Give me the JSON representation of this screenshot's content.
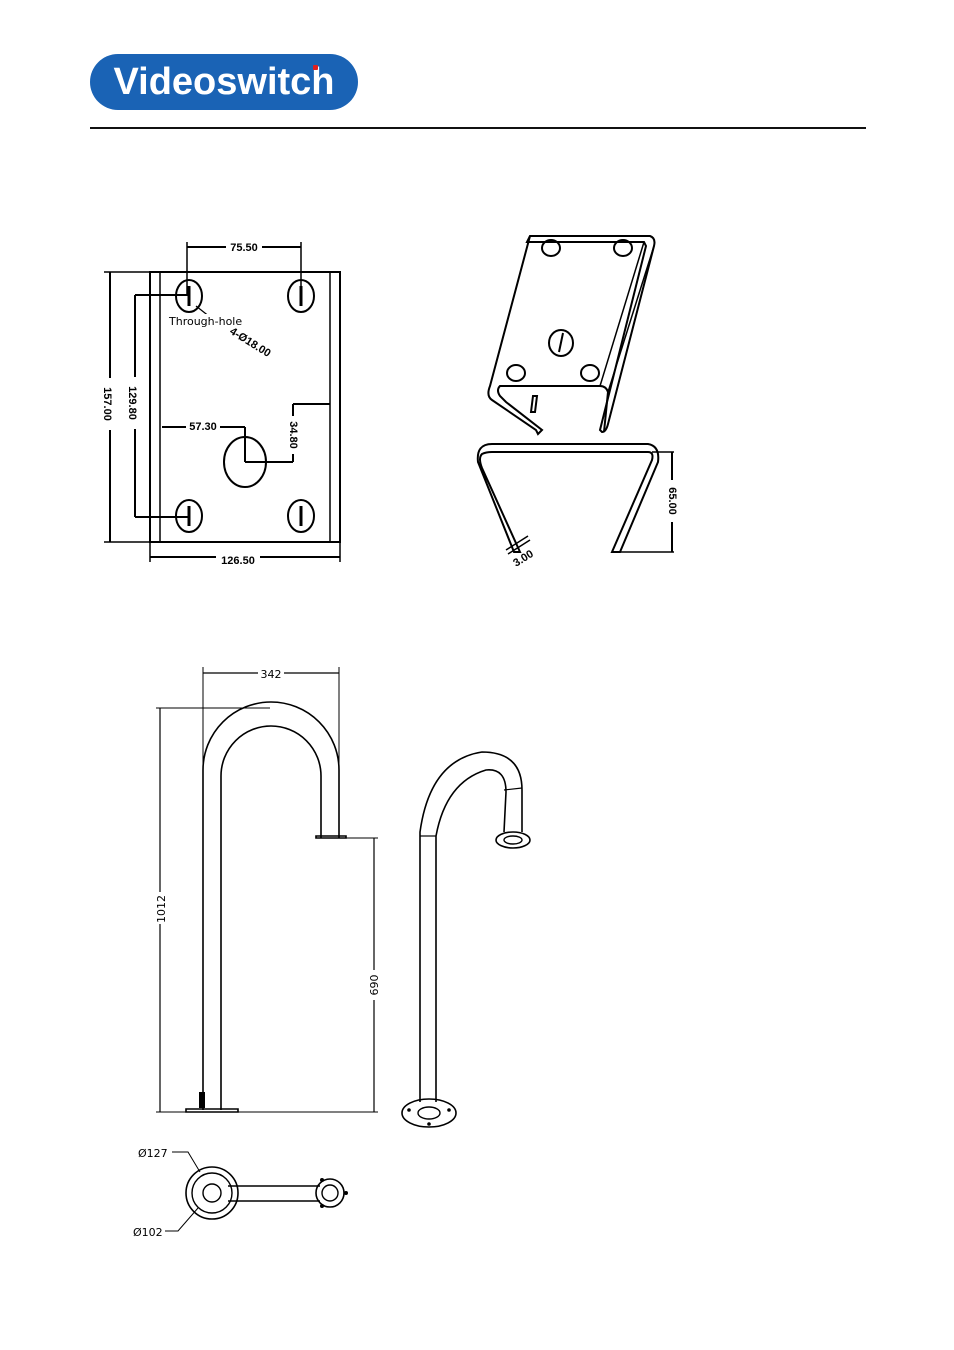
{
  "brand": {
    "name": "Videoswitch",
    "color": "#1a63b5"
  },
  "bracket_drawing": {
    "dim_hole_spacing": "75.50",
    "dim_height_outer": "157.00",
    "dim_height_inner": "129.80",
    "dim_width": "126.50",
    "dim_center_x": "57.30",
    "dim_center_y": "34.80",
    "note_hole_type": "Through-hole",
    "note_hole_spec": "4-Ø18.00",
    "dim_section_height": "65.00",
    "dim_thickness": "3.00"
  },
  "arm_drawing": {
    "dim_reach": "342",
    "dim_total_height": "1012",
    "dim_drop_height": "690",
    "dim_base_outer": "Ø127",
    "dim_base_inner": "Ø102"
  }
}
